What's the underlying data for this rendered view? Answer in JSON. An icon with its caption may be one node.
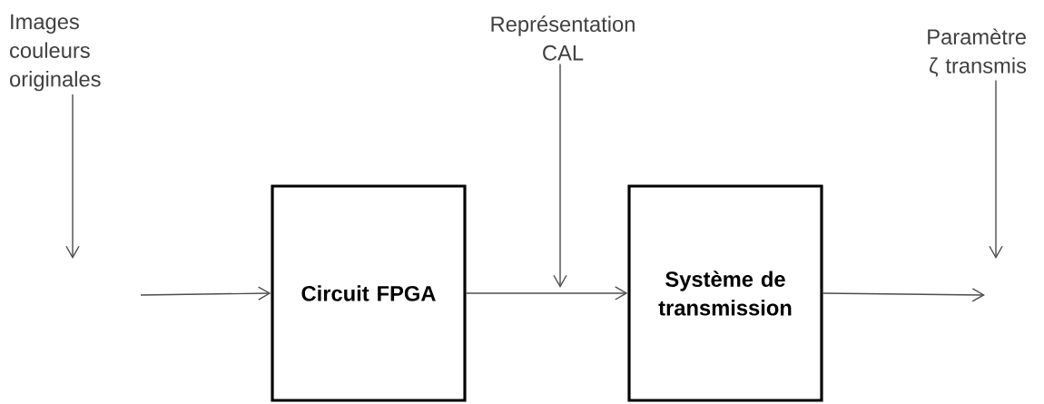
{
  "diagram": {
    "nodes": [
      {
        "text": [
          "Images couleurs originales"
        ]
      },
      {
        "text": [
          "Représentation CAL"
        ]
      },
      {
        "text": [
          "Paramètre ζ transmis"
        ]
      },
      {
        "text": [
          "Circuit FPGA"
        ]
      },
      {
        "text": [
          "Système de transmission"
        ]
      }
    ],
    "edges": [
      {
        "from": 0,
        "to": null,
        "arrow": "to"
      },
      {
        "from": 1,
        "to": null,
        "arrow": "to"
      },
      {
        "from": 2,
        "to": null,
        "arrow": "to"
      },
      {
        "from": null,
        "to": 3,
        "arrow": "to"
      },
      {
        "from": 3,
        "to": 4,
        "arrow": "to"
      },
      {
        "from": 4,
        "to": null,
        "arrow": "to"
      }
    ]
  }
}
